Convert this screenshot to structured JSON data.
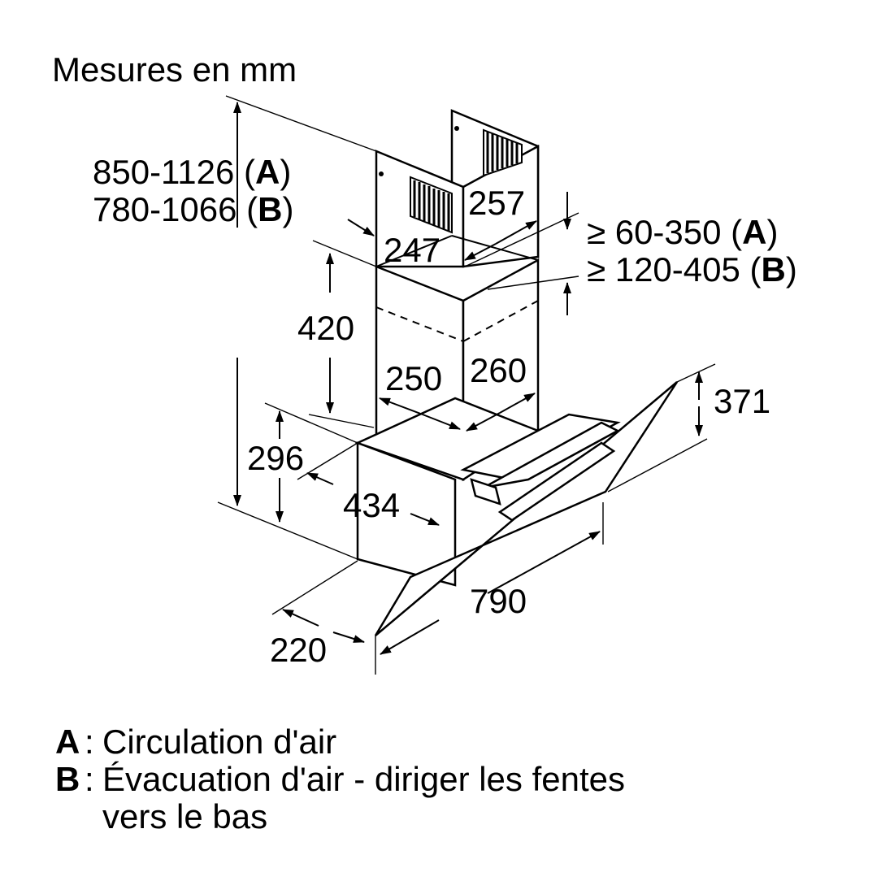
{
  "title": "Mesures en mm",
  "dimensions": {
    "total_height_a": "850-1126",
    "total_height_b": "780-1066",
    "mode_a": "A",
    "mode_b": "B",
    "chimney_width": "247",
    "chimney_depth": "257",
    "lower_chimney_height": "420",
    "lower_chimney_width": "250",
    "lower_chimney_depth": "260",
    "clearance_a": "≥ 60-350",
    "clearance_b": "≥ 120-405",
    "glass_height": "371",
    "body_height": "296",
    "body_depth": "434",
    "glass_width": "790",
    "bottom_depth": "220"
  },
  "legend": {
    "a_key": "A",
    "a_text": "Circulation d'air",
    "b_key": "B",
    "b_text": "Évacuation d'air - diriger les fentes",
    "b_text_2": "vers le bas"
  }
}
